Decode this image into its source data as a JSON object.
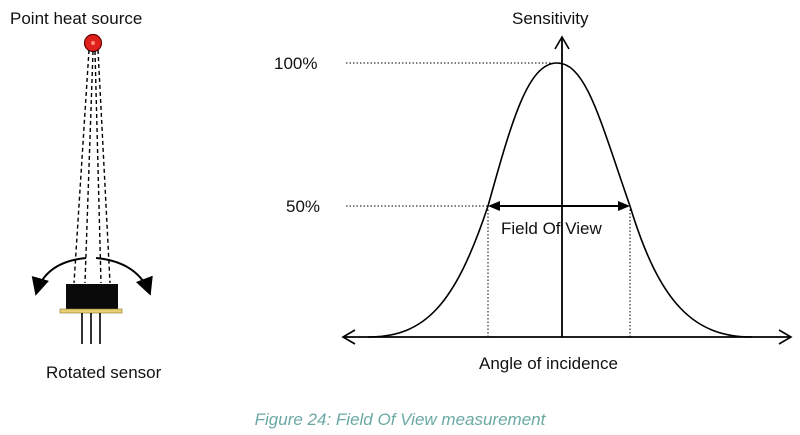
{
  "sensor_setup": {
    "source_label": "Point heat source",
    "sensor_label": "Rotated sensor"
  },
  "plot": {
    "y_axis_label": "Sensitivity",
    "x_axis_label": "Angle of incidence",
    "tick_100": "100%",
    "tick_50": "50%",
    "fov_label": "Field Of View"
  },
  "caption": "Figure 24: Field Of View measurement",
  "colors": {
    "heat_source": "#e0201b",
    "sensor_pad": "#e9cf73",
    "caption": "#6aa9a5",
    "ink": "#111111"
  }
}
